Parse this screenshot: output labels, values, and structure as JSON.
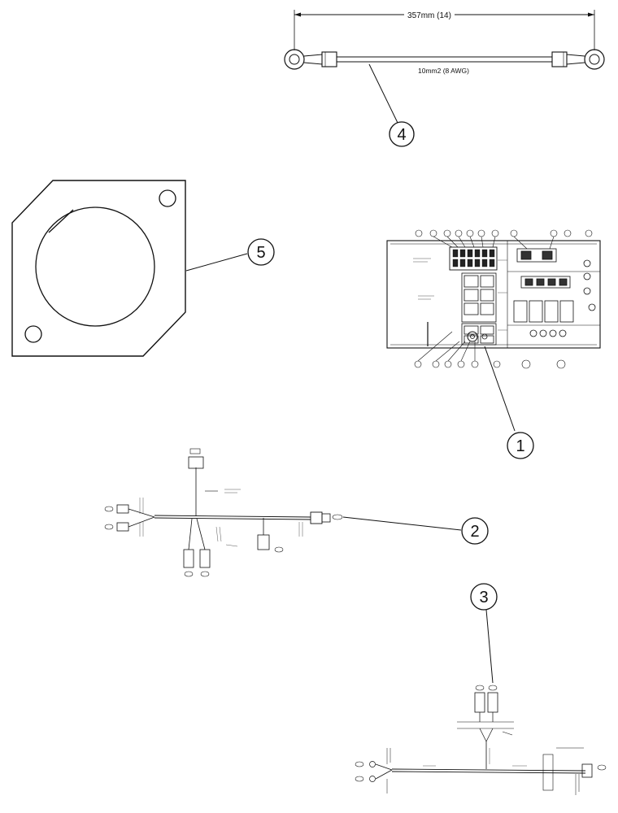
{
  "cable": {
    "length_label": "357mm (14)",
    "wire_label": "10mm2 (8 AWG)"
  },
  "callouts": [
    {
      "id": "1",
      "label": "1"
    },
    {
      "id": "2",
      "label": "2"
    },
    {
      "id": "3",
      "label": "3"
    },
    {
      "id": "4",
      "label": "4"
    },
    {
      "id": "5",
      "label": "5"
    }
  ],
  "colors": {
    "line": "#111111",
    "background": "#ffffff"
  }
}
